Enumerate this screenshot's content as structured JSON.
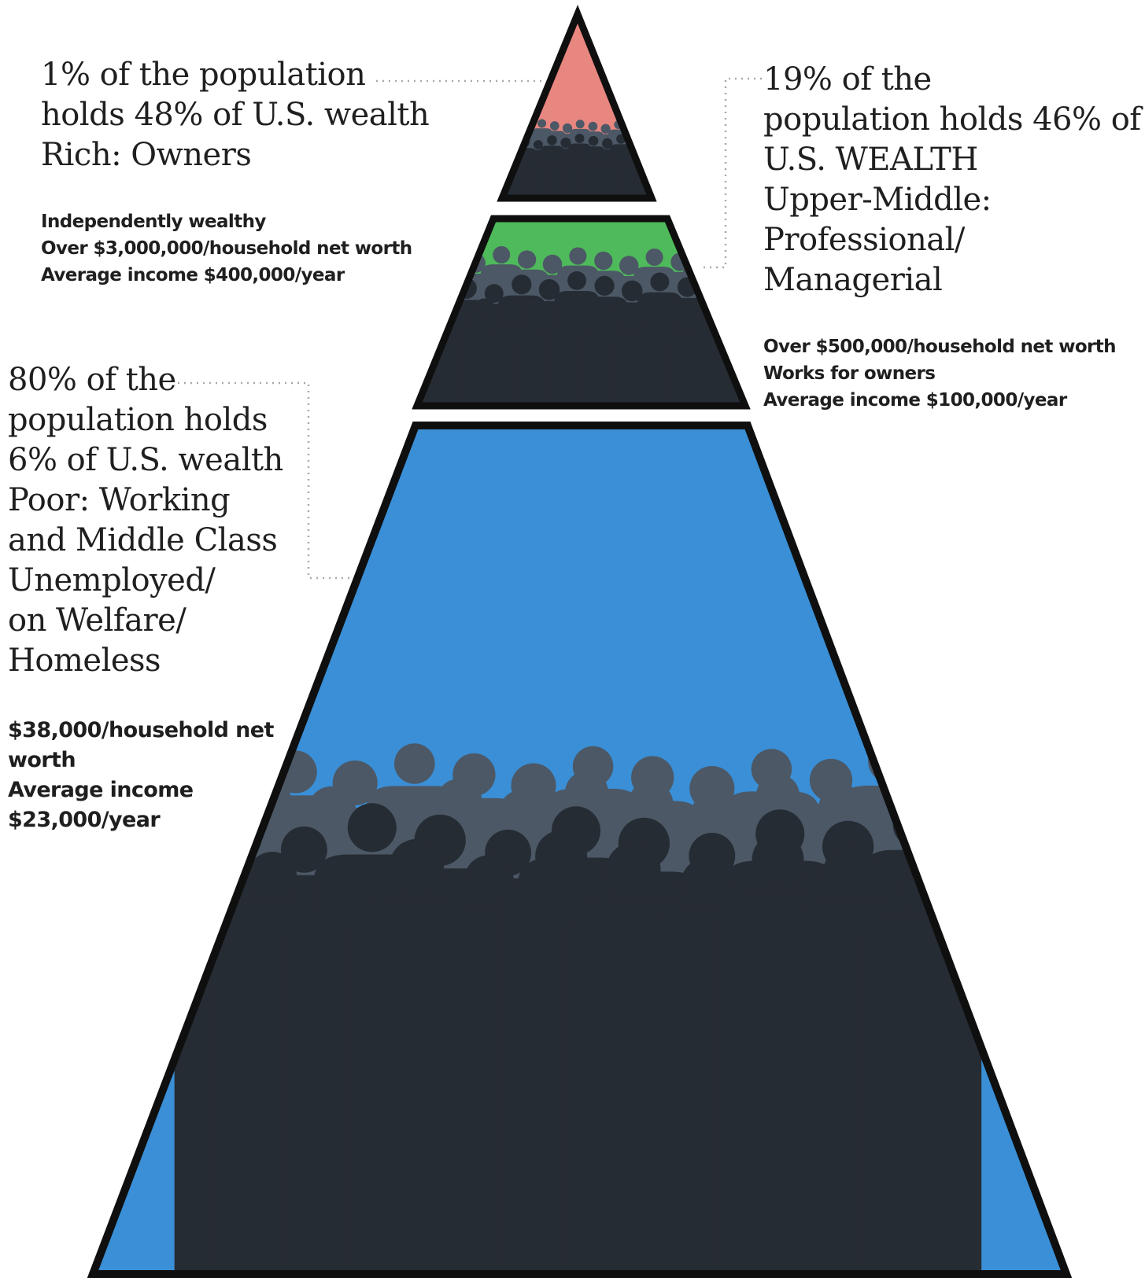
{
  "colors": {
    "tier_top": "#e88680",
    "tier_middle": "#4fba5b",
    "tier_bottom": "#3a8fd6",
    "outline": "#0f0f0f",
    "crowd_dark": "#262c33",
    "crowd_light": "#4c5866",
    "text": "#1f1f1f"
  },
  "tiers": [
    {
      "id": "rich",
      "population_pct": 1,
      "wealth_pct": 48,
      "headline": [
        "1% of the population",
        "holds 48% of U.S. wealth",
        "Rich: Owners"
      ],
      "details": [
        "Independently wealthy",
        "Over $3,000,000/household net worth",
        "Average income $400,000/year"
      ]
    },
    {
      "id": "upper-middle",
      "population_pct": 19,
      "wealth_pct": 46,
      "headline": [
        "19% of the",
        "population holds 46% of",
        "U.S. WEALTH",
        "Upper-Middle:",
        "Professional/",
        "Managerial"
      ],
      "details": [
        "Over $500,000/household net worth",
        "Works for owners",
        "Average income $100,000/year"
      ]
    },
    {
      "id": "poor",
      "population_pct": 80,
      "wealth_pct": 6,
      "headline": [
        "80% of the",
        "population holds",
        "6% of U.S. wealth",
        "Poor: Working",
        "and Middle Class",
        "Unemployed/",
        "on Welfare/",
        "Homeless"
      ],
      "details": [
        "$38,000/household net",
        "worth",
        "Average income",
        "$23,000/year"
      ]
    }
  ]
}
